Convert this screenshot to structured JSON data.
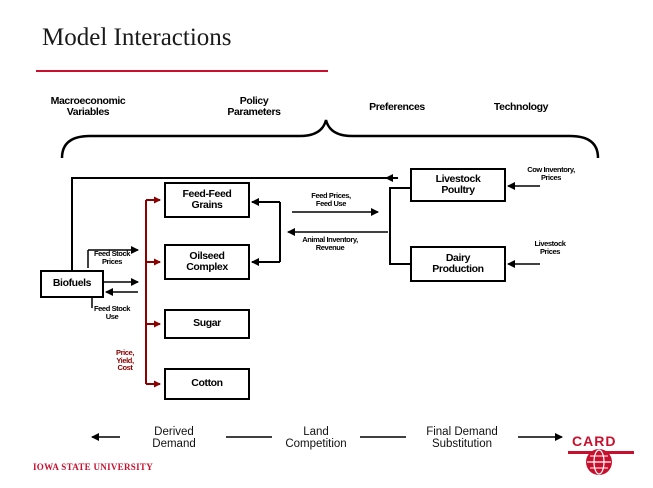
{
  "slide": {
    "title": "Model Interactions",
    "headers": {
      "macro": "Macroeconomic\nVariables",
      "policy": "Policy\nParameters",
      "preferences": "Preferences",
      "technology": "Technology"
    },
    "boxes": {
      "feed_grains": "Feed-Feed\nGrains",
      "oilseed": "Oilseed\nComplex",
      "sugar": "Sugar",
      "cotton": "Cotton",
      "biofuels": "Biofuels",
      "livestock": "Livestock\nPoultry",
      "dairy": "Dairy\nProduction"
    },
    "arrow_labels": {
      "feed_prices": "Feed Prices,\nFeed Use",
      "animal_inventory": "Animal Inventory,\nRevenue",
      "feedstock_prices": "Feed Stock\nPrices",
      "feedstock_use": "Feed Stock\nUse",
      "price_yield_cost": "Price,\nYield,\nCost",
      "cow_inventory": "Cow Inventory,\nPrices",
      "livestock_prices": "Livestock\nPrices"
    },
    "bottom": {
      "derived": "Derived\nDemand",
      "land": "Land\nCompetition",
      "final": "Final Demand\nSubstitution"
    },
    "footer": "IOWA STATE UNIVERSITY",
    "logo_text": "CARD",
    "colors": {
      "accent": "#c8102e",
      "arrow_red": "#8b0000"
    }
  }
}
